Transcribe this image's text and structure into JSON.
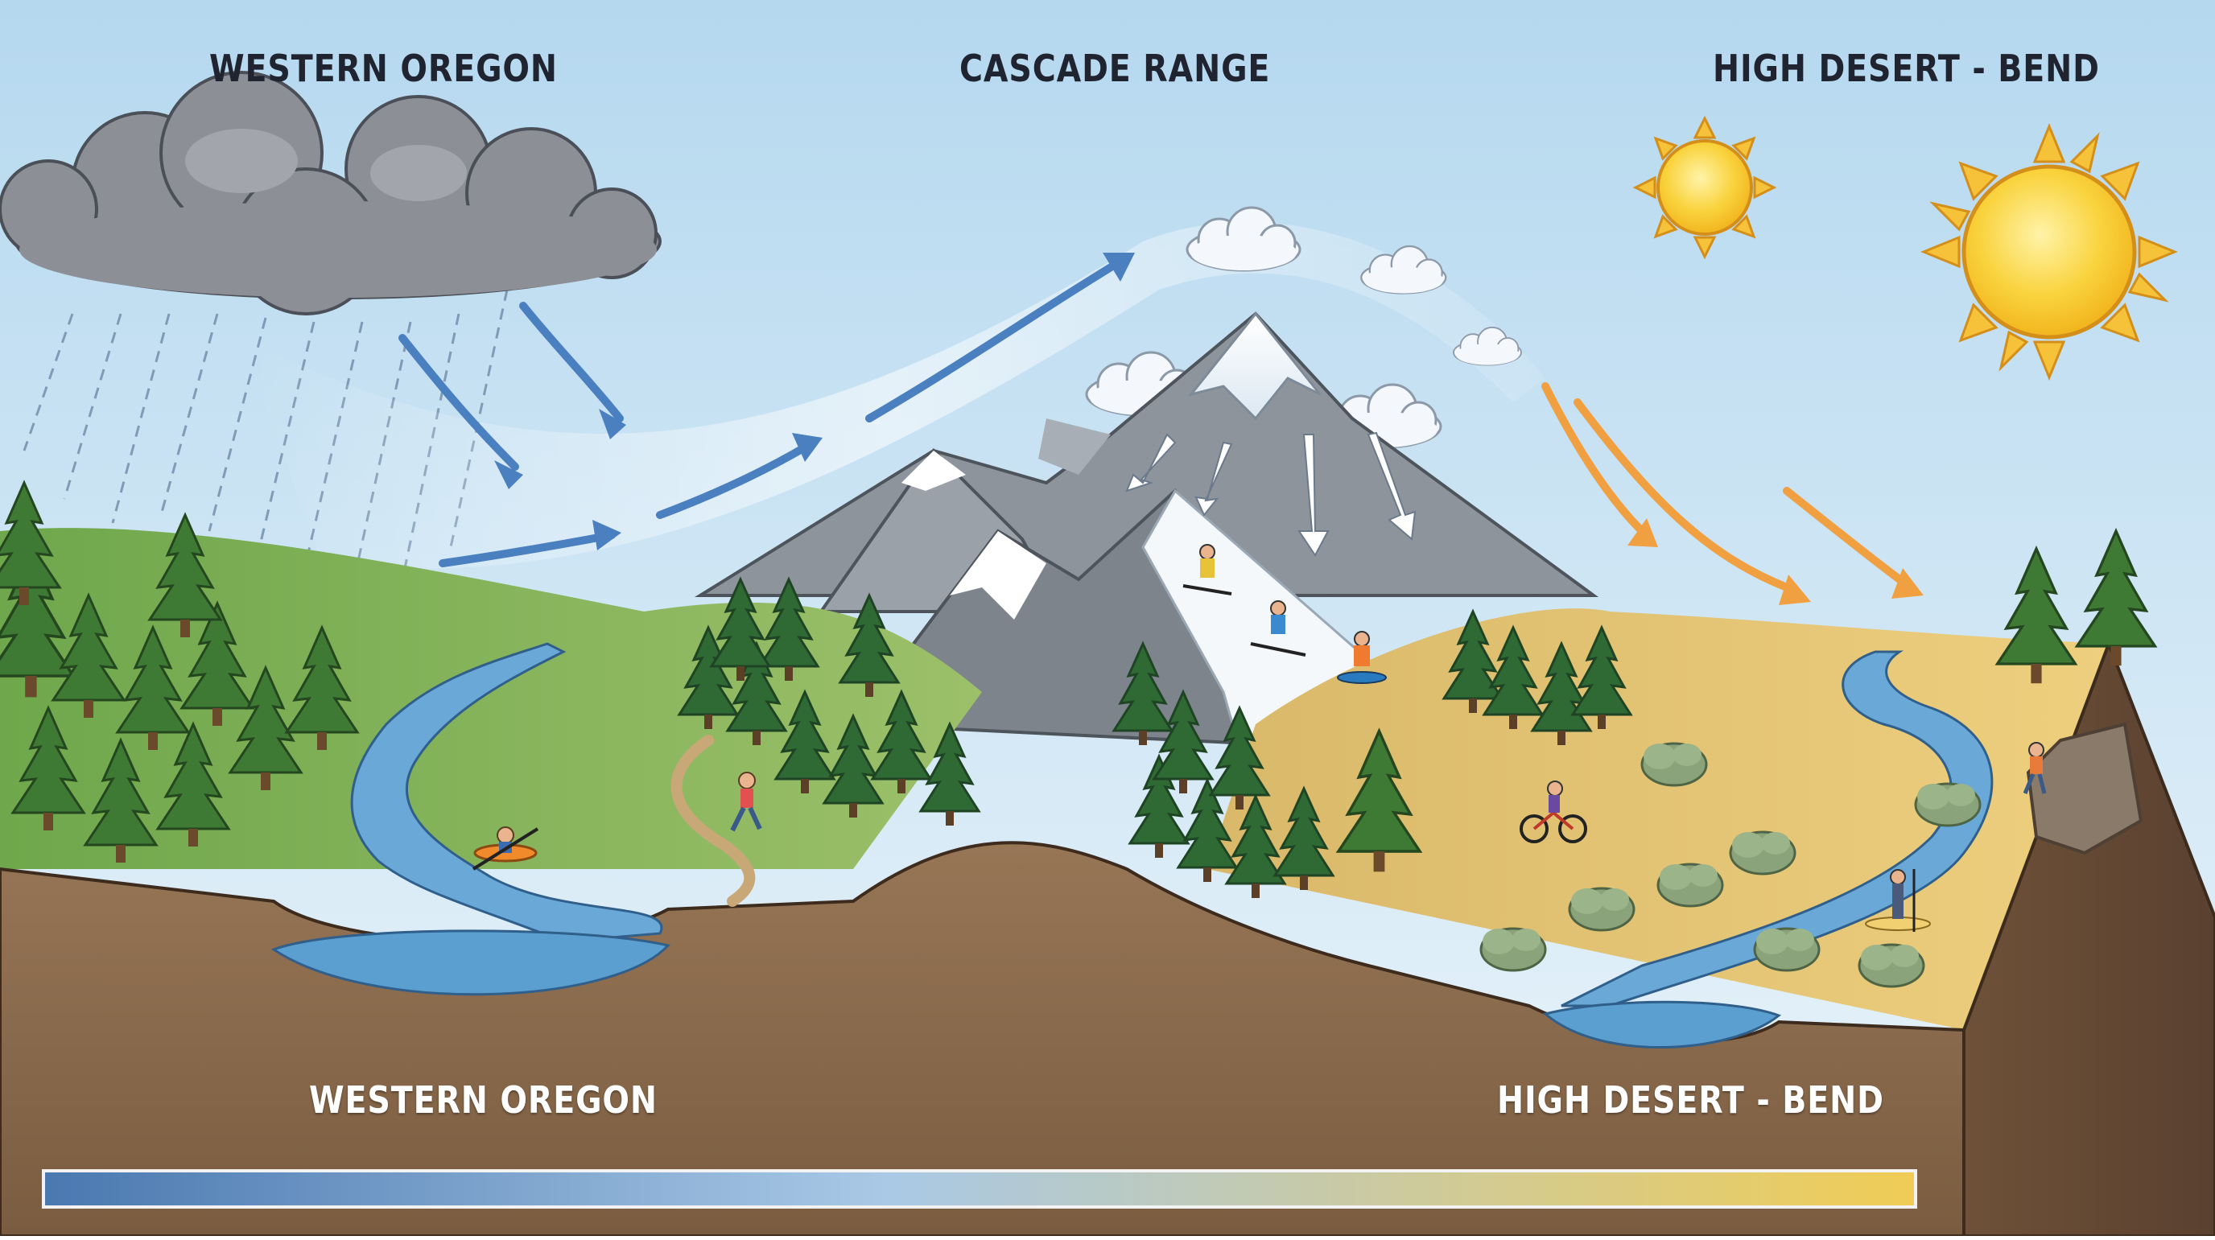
{
  "labels": {
    "top_left": "WESTERN OREGON",
    "top_center": "CASCADE RANGE",
    "top_right": "HIGH DESERT - BEND",
    "bottom_left": "WESTERN OREGON",
    "bottom_right": "HIGH DESERT - BEND"
  },
  "gradient_bar": {
    "from_color": "#4a78b0",
    "mid_color": "#a9c9e6",
    "to_color": "#f0cc55"
  },
  "colors": {
    "sky_top": "#b7d9ef",
    "sky_bottom": "#e9f3f9",
    "soil": "#8a6a4c",
    "forest": "#4d7f3a",
    "desert": "#e3c06e",
    "river": "#6aa8d8",
    "rain_cloud": "#8a8d94",
    "sun": "#f7c531",
    "wet_arrow": "#4a7fc0",
    "dry_arrow": "#f0a040"
  },
  "icons": [
    "rain-cloud-icon",
    "sun-icon",
    "wind-arrow-icon",
    "mountain-icon",
    "pine-tree-icon",
    "river-icon",
    "kayaker-icon",
    "runner-icon",
    "skier-icon",
    "snowboarder-icon",
    "mountain-biker-icon",
    "paddleboarder-icon",
    "rock-climber-icon",
    "sagebrush-icon"
  ]
}
